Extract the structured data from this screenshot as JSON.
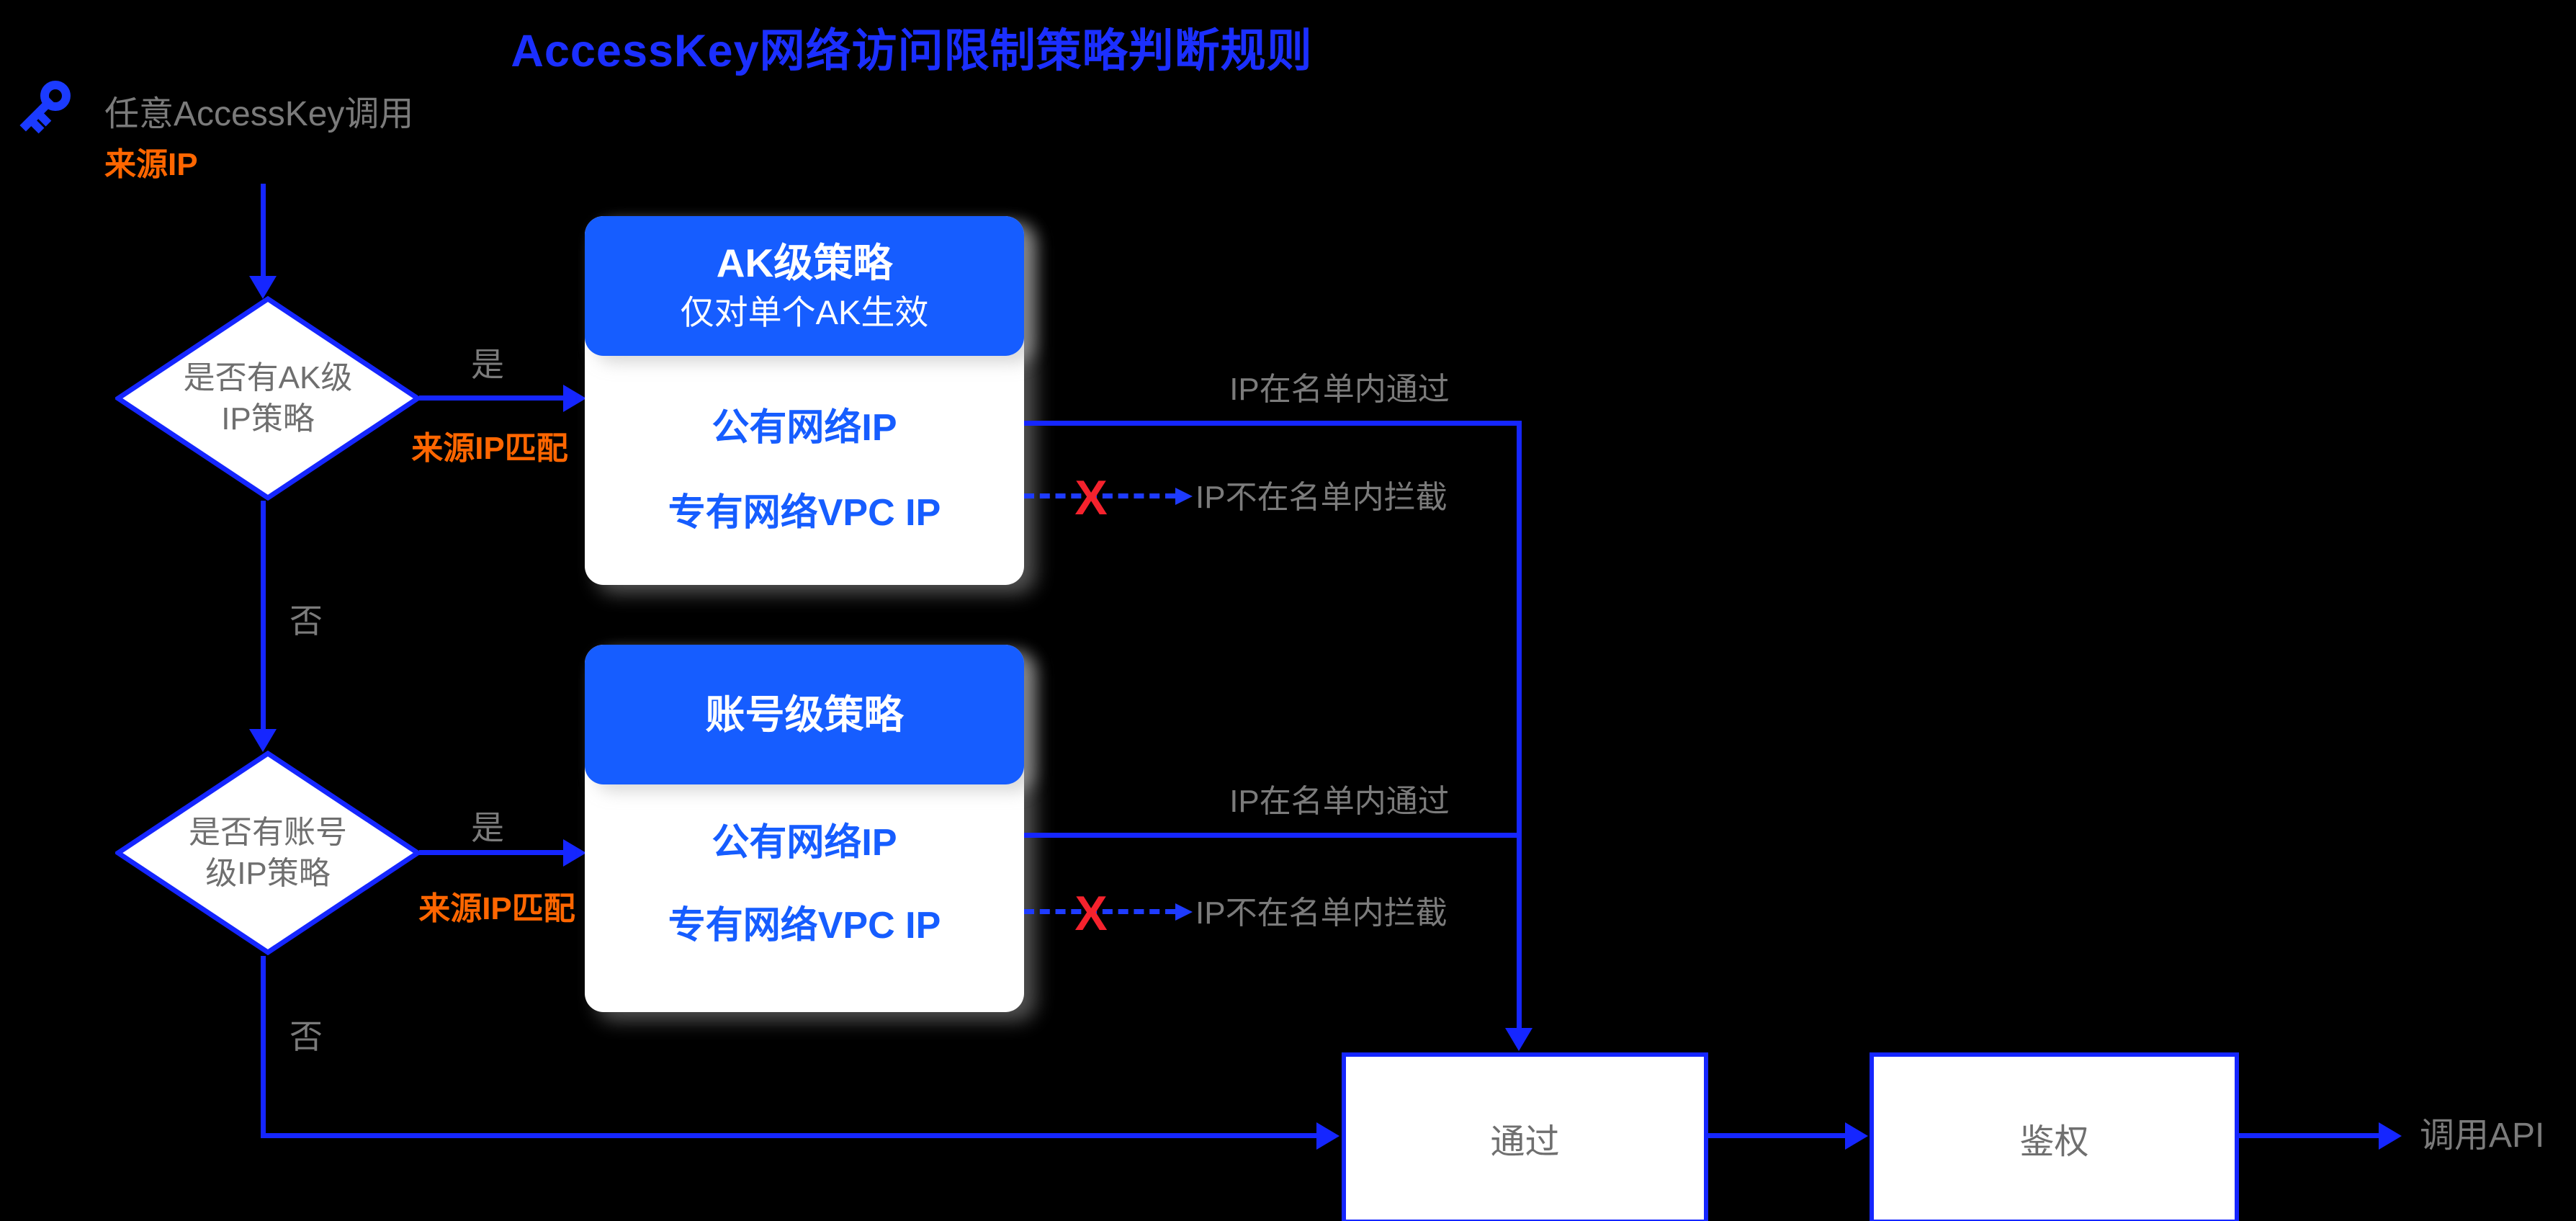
{
  "title": "AccessKey网络访问限制策略判断规则",
  "colors": {
    "background": "#000000",
    "line_blue": "#1526ff",
    "brand_blue": "#165dff",
    "gray_text": "#757575",
    "orange": "#ff6600",
    "red_x": "#f5222d",
    "card_white": "#ffffff"
  },
  "start": {
    "icon": "key-icon",
    "label": "任意AccessKey调用",
    "source_label": "来源IP"
  },
  "decision1": {
    "line1": "是否有AK级",
    "line2": "IP策略",
    "yes_label": "是",
    "match_label": "来源IP匹配",
    "no_label": "否"
  },
  "decision2": {
    "line1": "是否有账号",
    "line2": "级IP策略",
    "yes_label": "是",
    "match_label": "来源IP匹配",
    "no_label": "否"
  },
  "cards": [
    {
      "header": "AK级策略",
      "subheader": "仅对单个AK生效",
      "row1": "公有网络IP",
      "row2": "专有网络VPC IP",
      "pass_label": "IP在名单内通过",
      "block_mark": "X",
      "block_label": "IP不在名单内拦截"
    },
    {
      "header": "账号级策略",
      "subheader": "",
      "row1": "公有网络IP",
      "row2": "专有网络VPC IP",
      "pass_label": "IP在名单内通过",
      "block_mark": "X",
      "block_label": "IP不在名单内拦截"
    }
  ],
  "terminals": {
    "pass": "通过",
    "auth": "鉴权",
    "api": "调用API"
  }
}
